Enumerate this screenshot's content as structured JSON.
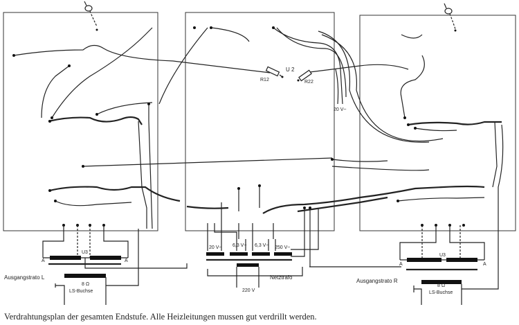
{
  "diagram": {
    "caption": "Verdrahtungsplan der gesamten Endstufe. Alle Heizleitungen mussen gut verdrillt werden.",
    "labels": {
      "r12": "R12",
      "u2": "U 2",
      "r22": "R22",
      "v20_top": "20 V~",
      "v20": "20 V~",
      "v63a": "6,3 V~",
      "v63b": "6,3 V~",
      "v250": "250 V~",
      "netztrafo": "Netztrafo",
      "v220": "220 V",
      "u3_left": "U3",
      "u3_right": "U3",
      "ausgang_l": "Ausgangstrato L",
      "ausgang_r": "Ausgangstrato R",
      "ohm_l": "8 Ω",
      "ohm_r": "8 Ω",
      "ls_l": "LS-Buchse",
      "ls_r": "LS-Buchse",
      "a_ll": "A",
      "a_lr": "A",
      "a_rl": "A",
      "a_rr": "A"
    }
  }
}
